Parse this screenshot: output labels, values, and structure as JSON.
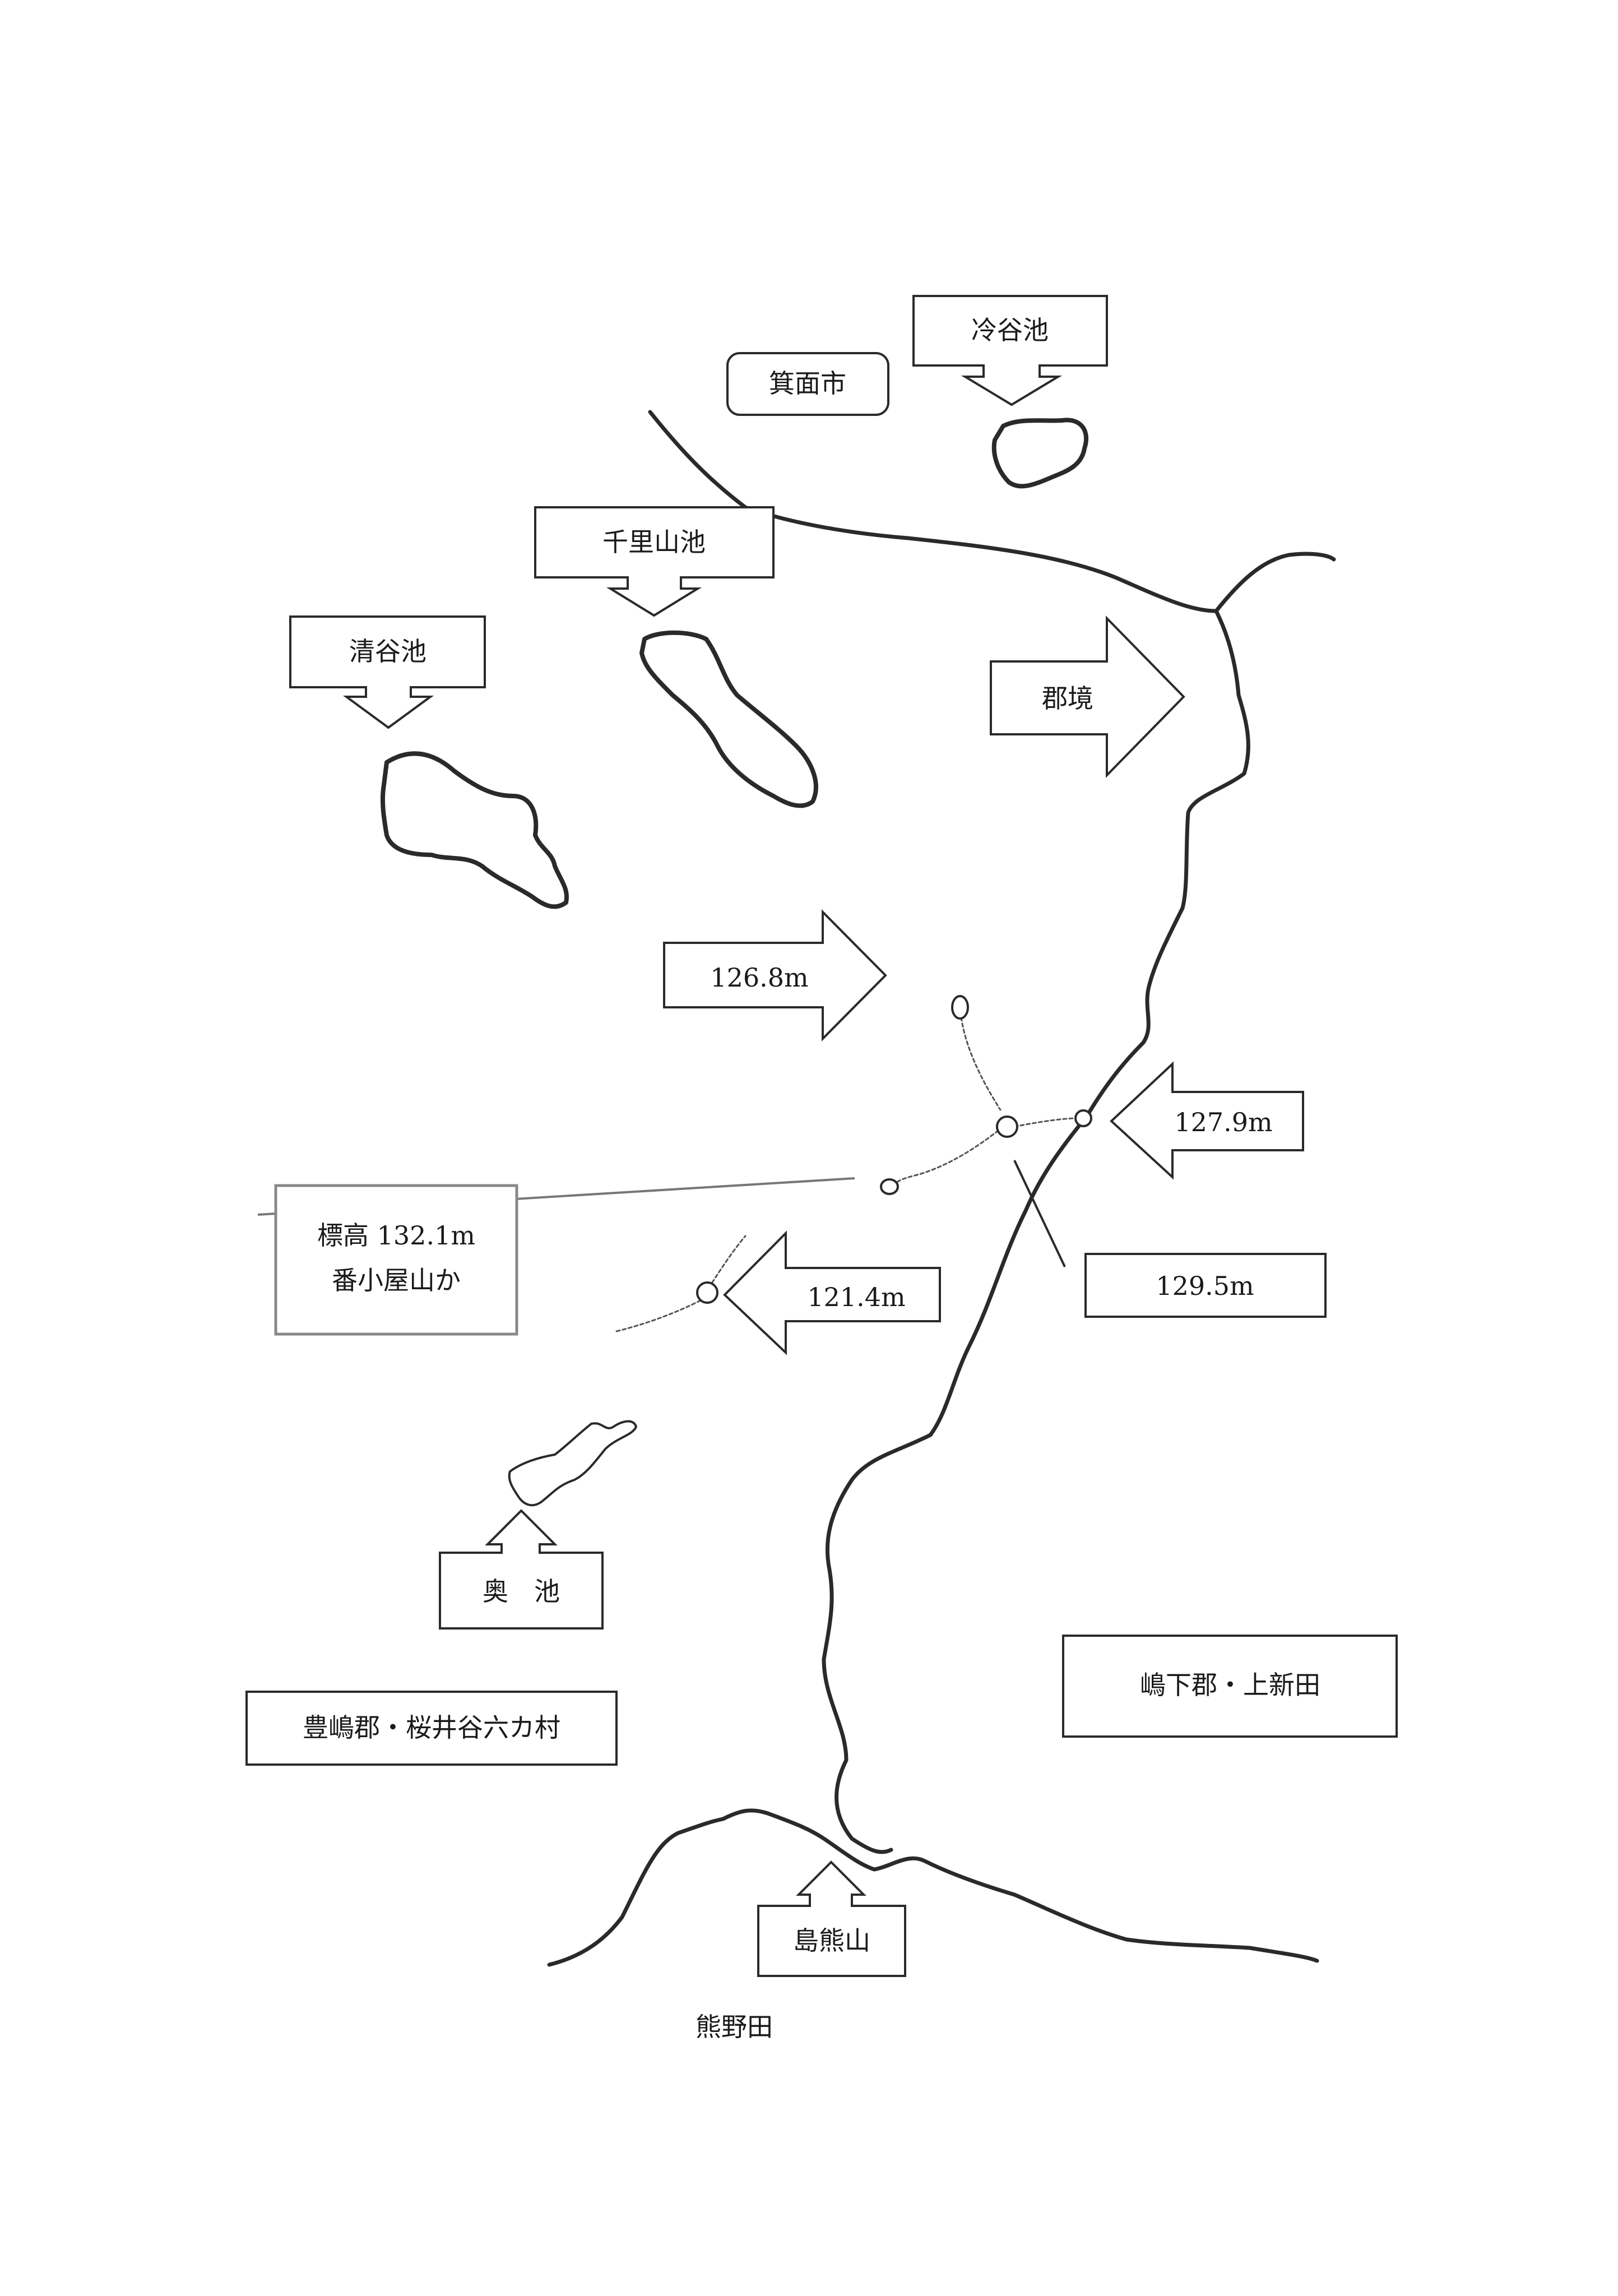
{
  "map": {
    "place_labels": {
      "minoh": "箕面市",
      "kumanoda": "熊野田"
    },
    "ponds": {
      "hiyadani": "冷谷池",
      "senriyama": "千里山池",
      "kiyotani": "清谷池",
      "oku": "奥　池"
    },
    "boundary_label": "郡境",
    "elevations": {
      "e1268": "126.8m",
      "e1279": "127.9m",
      "e1295": "129.5m",
      "e1214": "121.4m"
    },
    "summit": {
      "line1": "標高 132.1m",
      "line2": "番小屋山か"
    },
    "regions": {
      "west": "豊嶋郡・桜井谷六カ村",
      "east": "嶋下郡・上新田"
    },
    "mountain": "島熊山"
  }
}
